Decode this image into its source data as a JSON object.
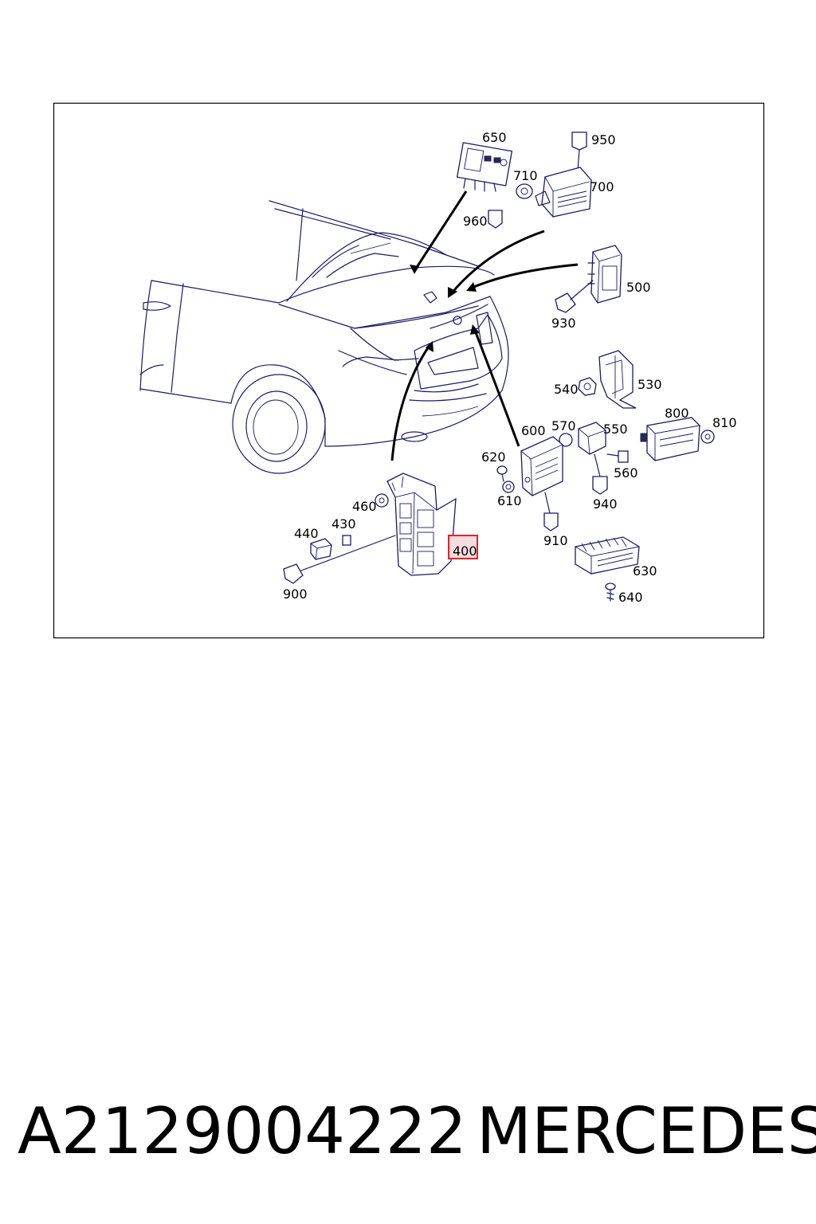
{
  "callouts": {
    "c650": "650",
    "c950": "950",
    "c710": "710",
    "c700": "700",
    "c960": "960",
    "c500": "500",
    "c930": "930",
    "c540": "540",
    "c530": "530",
    "c600": "600",
    "c570": "570",
    "c550": "550",
    "c800": "800",
    "c810": "810",
    "c620": "620",
    "c560": "560",
    "c610": "610",
    "c940": "940",
    "c460": "460",
    "c440": "440",
    "c430": "430",
    "c400": "400",
    "c910": "910",
    "c630": "630",
    "c900": "900",
    "c640": "640"
  },
  "highlight": {
    "color": "#e0242c",
    "label": "400"
  },
  "footer": {
    "part_number": "A2129004222",
    "brand": "MERCEDES"
  }
}
